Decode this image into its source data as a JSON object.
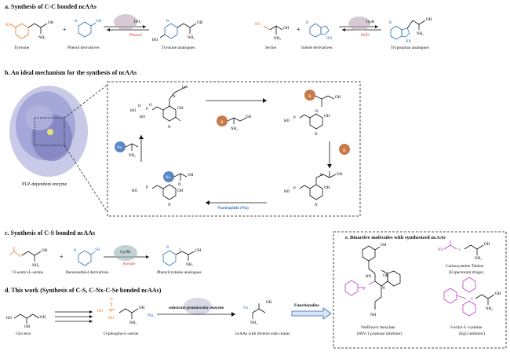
{
  "section_a": {
    "title": "a. Synthesis of C-C bonded ncAAs",
    "left": {
      "tyrosine": "Tyrosine",
      "phenol": "Phenol derivatives",
      "enzyme": "TPL",
      "byproduct": "Phenol",
      "product": "Tyrosine analogues"
    },
    "right": {
      "serine": "Serine",
      "indole": "Indole derivatives",
      "enzyme": "TrpB",
      "byproduct": "H2O",
      "product": "Tryptophan analogues"
    }
  },
  "section_b": {
    "title": "b. An ideal mechanism for the synthesis of ncAAs",
    "enzyme_label": "PLP-dependent enzyme",
    "lys_label": "Lys",
    "nucleophile_label": "Nucleophile (Nu)",
    "nu_badge": "Nu",
    "r_badge": "R"
  },
  "section_c": {
    "title": "c. Synthesis of C-S bonded ncAAs",
    "acetyl": "O-acetyl-L-serine",
    "thiol": "Benzenethiol derivatives",
    "enzyme": "CysM",
    "byproduct": "Acetate",
    "product": "Phenylcysteine analogues"
  },
  "section_d": {
    "title": "d. This work (Synthesis of C-S, C-Nx-C-Se bonded ncAAs)",
    "glycerol": "Glycerol",
    "phospho": "O-phospho-L-serine",
    "nu": "Nu",
    "enzyme": "substrate promiscuity enzyme",
    "product": "ncAAs with diverse side chains",
    "functionalize": "Functionalize"
  },
  "section_e": {
    "title": "e. Bioactive molecules with synthesized ncAAs",
    "mol1_name": "Nelfinavir mesylate",
    "mol1_desc": "(HIV-1 protease inhibitor)",
    "mol2_name": "Carbocysteine Tablets",
    "mol2_desc": "(Expectorant drugs)",
    "mol3_name": "S-trityl-L-cysteine",
    "mol3_desc": "(Eg5 inhibitor)"
  },
  "colors": {
    "orange": "#e87722",
    "blue": "#2f6fb8",
    "magenta": "#c63cc6",
    "red": "#d0312d",
    "nu_blue": "#3b6fd0",
    "protein": "#8a8cc8"
  }
}
